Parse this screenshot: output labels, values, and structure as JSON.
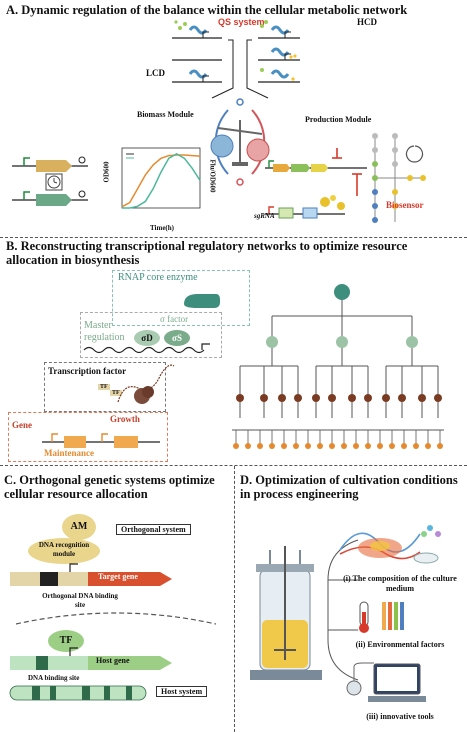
{
  "panelA": {
    "title": "A. Dynamic regulation of the balance within the cellular  metabolic network",
    "qs_system": "QS system",
    "hcd": "HCD",
    "lcd": "LCD",
    "biomass_module": "Biomass Module",
    "production_module": "Production Module",
    "biosensor": "Biosensor",
    "chart_ylabel": "OD600",
    "chart_y2label": "Flu/OD600",
    "chart_xlabel": "Time(h)",
    "sgrna": "sgRNA"
  },
  "chart_data": {
    "type": "line",
    "title": "",
    "xlabel": "Time(h)",
    "ylabel": "OD600",
    "y2label": "Flu/OD600",
    "series": [
      {
        "values": [
          0.02,
          0.1,
          0.35,
          0.6,
          0.78,
          0.9,
          0.95,
          0.96,
          0.96,
          0.95,
          0.94
        ]
      },
      {
        "values": [
          0.0,
          0.0,
          0.03,
          0.12,
          0.35,
          0.65,
          0.9,
          0.98,
          0.9,
          0.72,
          0.5
        ]
      }
    ]
  },
  "panelB": {
    "title": "B. Reconstructing transcriptional regulatory networks to optimize resource allocation in biosynthesis",
    "rnap": "RNAP core enzyme",
    "master_regulation": "Master regulation",
    "sigma_factor": "σ factor",
    "sigma_d": "σD",
    "sigma_s": "σS",
    "transcription_factor": "Transcription factor",
    "tf1": "TF",
    "tf2": "TF",
    "gene": "Gene",
    "growth": "Growth",
    "maintenance": "Maintenance"
  },
  "panelC": {
    "title": "C. Orthogonal genetic systems optimize cellular resource allocation",
    "am": "AM",
    "orthogonal_system": "Orthogonal system",
    "dna_recognition_module": "DNA recognition module",
    "target_gene": "Target gene",
    "orthogonal_binding_site": "Orthogonal DNA binding site",
    "tf": "TF",
    "host_gene": "Host gene",
    "dna_binding_site": "DNA binding site",
    "host_system": "Host system"
  },
  "panelD": {
    "title": "D. Optimization of cultivation conditions in process engineering",
    "item1": "(i) The composition of the culture medium",
    "item2": "(ii) Environmental factors",
    "item3": "(iii) innovative tools"
  },
  "colors": {
    "teal": "#3e8e7e",
    "sage": "#9cc3a6",
    "brown": "#7a3b22",
    "orange": "#e58a2e",
    "red": "#c8402c",
    "blue": "#4f7fbf",
    "panel_dash": "#555555"
  }
}
